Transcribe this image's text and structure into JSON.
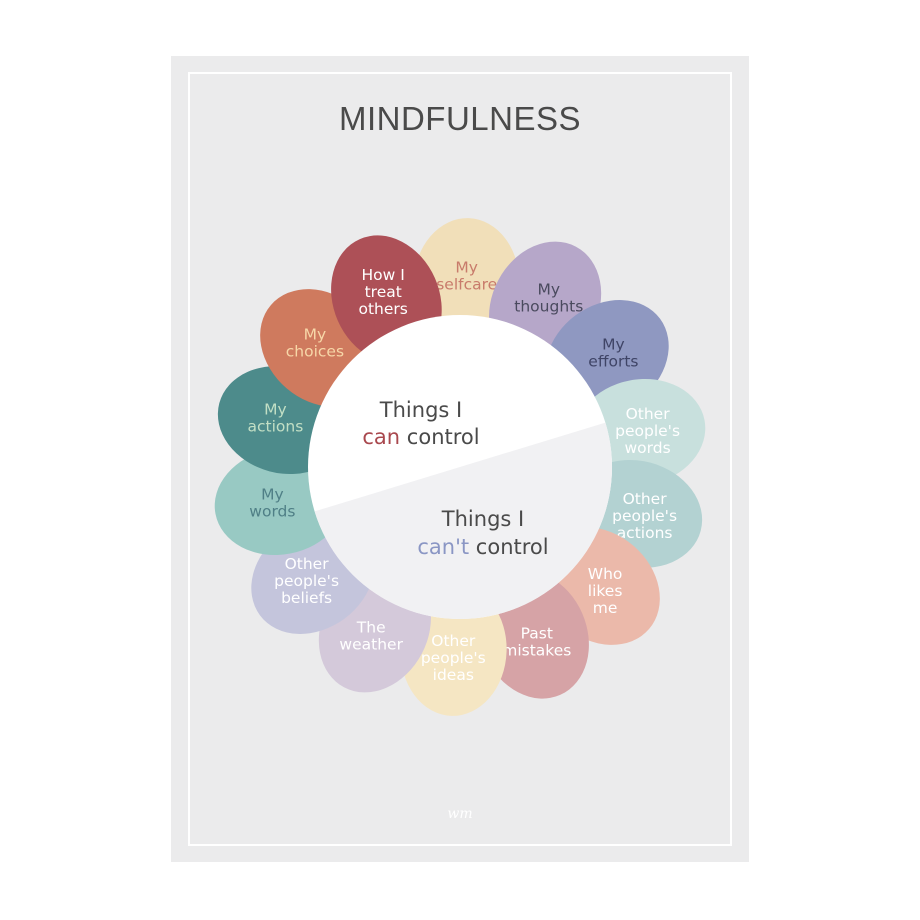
{
  "poster": {
    "title": "MINDFULNESS",
    "signature": "wm",
    "background_color": "#ebebec"
  },
  "center": {
    "can_prefix": "Things I",
    "can_highlight": "can",
    "can_suffix": " control",
    "can_color": "#a9484e",
    "cant_prefix": "Things I",
    "cant_highlight": "can't",
    "cant_suffix": " control",
    "cant_color": "#8a96c4"
  },
  "petals": [
    {
      "id": "my-selfcare",
      "lines": [
        "My",
        "selfcare"
      ],
      "color": "#f1dfb9",
      "text_color": "#c87b6b",
      "group": "can"
    },
    {
      "id": "my-thoughts",
      "lines": [
        "My",
        "thoughts"
      ],
      "color": "#b6a7c9",
      "text_color": "#4a4a5e",
      "group": "can"
    },
    {
      "id": "my-efforts",
      "lines": [
        "My",
        "efforts"
      ],
      "color": "#8f98c1",
      "text_color": "#3f4466",
      "group": "can"
    },
    {
      "id": "other-peoples-words",
      "lines": [
        "Other",
        "people's",
        "words"
      ],
      "color": "#c8e0dd",
      "text_color": "#ffffff",
      "group": "cant"
    },
    {
      "id": "other-peoples-actions",
      "lines": [
        "Other",
        "people's",
        "actions"
      ],
      "color": "#b3d2d2",
      "text_color": "#ffffff",
      "group": "cant"
    },
    {
      "id": "who-likes-me",
      "lines": [
        "Who",
        "likes",
        "me"
      ],
      "color": "#ebb9aa",
      "text_color": "#ffffff",
      "group": "cant"
    },
    {
      "id": "past-mistakes",
      "lines": [
        "Past",
        "mistakes"
      ],
      "color": "#d6a3a6",
      "text_color": "#ffffff",
      "group": "cant"
    },
    {
      "id": "other-peoples-ideas",
      "lines": [
        "Other",
        "people's",
        "ideas"
      ],
      "color": "#f5e6c3",
      "text_color": "#ffffff",
      "group": "cant"
    },
    {
      "id": "the-weather",
      "lines": [
        "The",
        "weather"
      ],
      "color": "#d4c9da",
      "text_color": "#ffffff",
      "group": "cant"
    },
    {
      "id": "other-peoples-beliefs",
      "lines": [
        "Other",
        "people's",
        "beliefs"
      ],
      "color": "#c4c5dc",
      "text_color": "#ffffff",
      "group": "cant"
    },
    {
      "id": "my-words",
      "lines": [
        "My",
        "words"
      ],
      "color": "#98c9c3",
      "text_color": "#4f7f86",
      "group": "can"
    },
    {
      "id": "my-actions",
      "lines": [
        "My",
        "actions"
      ],
      "color": "#4d8b8b",
      "text_color": "#c2dfc5",
      "group": "can"
    },
    {
      "id": "my-choices",
      "lines": [
        "My",
        "choices"
      ],
      "color": "#cf7a5e",
      "text_color": "#f7d7a8",
      "group": "can"
    },
    {
      "id": "how-i-treat-others",
      "lines": [
        "How I",
        "treat",
        "others"
      ],
      "color": "#ad5057",
      "text_color": "#ffffff",
      "group": "can"
    }
  ]
}
